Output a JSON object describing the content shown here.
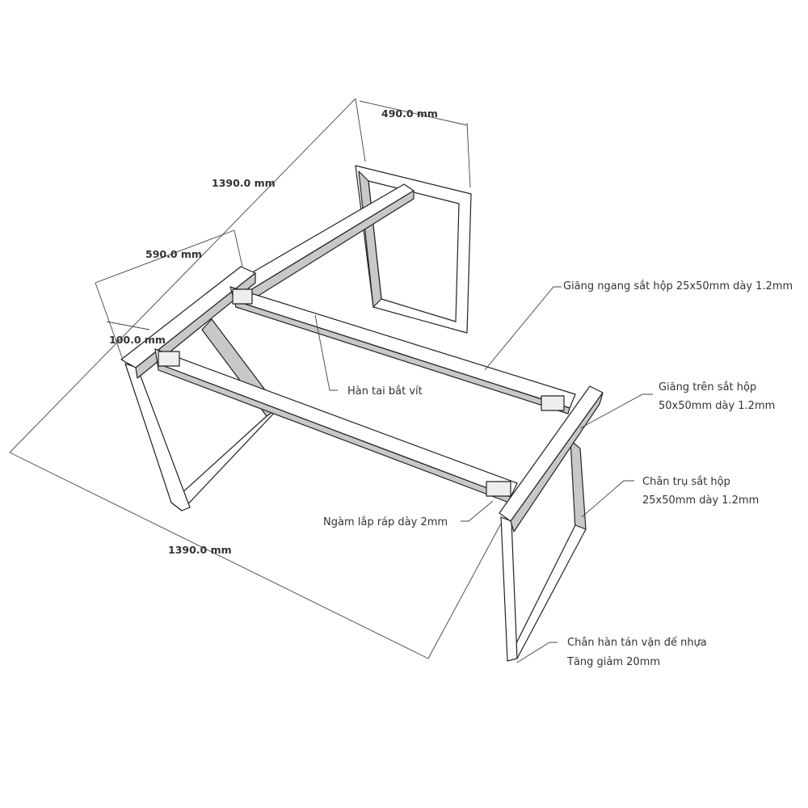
{
  "dimensions": {
    "back_width": "490.0 mm",
    "top_length": "1390.0 mm",
    "leg_depth": "590.0 mm",
    "offset": "100.0 mm",
    "front_length": "1390.0 mm"
  },
  "callouts": {
    "horizontal_brace": "Giăng ngang sắt hộp 25x50mm dày 1.2mm",
    "welded_tab": "Hàn tai bắt vít",
    "top_brace_line1": "Giăng trên sắt hộp",
    "top_brace_line2": "50x50mm dày 1.2mm",
    "leg_post_line1": "Chân trụ sắt hộp",
    "leg_post_line2": "25x50mm dày 1.2mm",
    "joint": "Ngàm lắp ráp dày 2mm",
    "foot_line1": "Chân hàn tán vặn đế nhựa",
    "foot_line2": "Tăng giảm 20mm"
  },
  "colors": {
    "stroke": "#222222",
    "shade": "#c8c8c8",
    "face": "#ffffff",
    "text": "#333333"
  }
}
